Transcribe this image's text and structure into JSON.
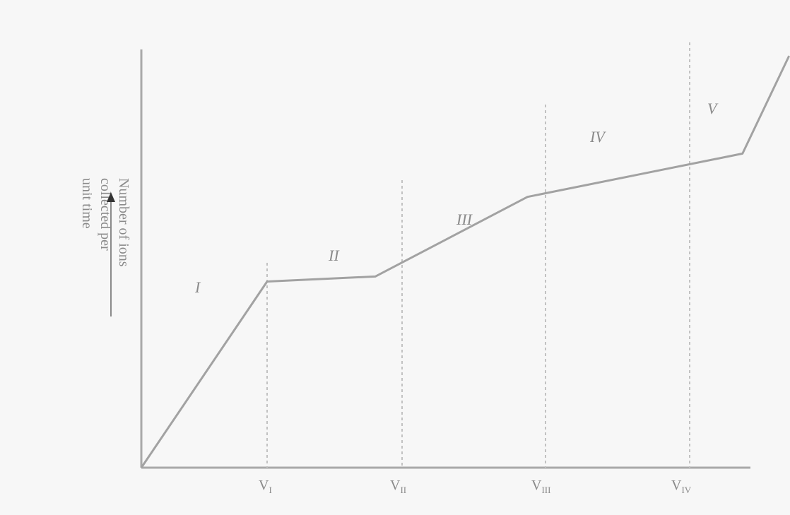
{
  "ylabel": {
    "lines": [
      "Number of ions",
      "collected per",
      "unit time"
    ]
  },
  "regions": [
    {
      "id": "I",
      "label": "I"
    },
    {
      "id": "II",
      "label": "II"
    },
    {
      "id": "III",
      "label": "III"
    },
    {
      "id": "IV",
      "label": "IV"
    },
    {
      "id": "V",
      "label": "V"
    }
  ],
  "thresholds": [
    {
      "base": "V",
      "sub": "I"
    },
    {
      "base": "V",
      "sub": "II"
    },
    {
      "base": "V",
      "sub": "III"
    },
    {
      "base": "V",
      "sub": "IV"
    }
  ],
  "curve_points": [
    [
      0,
      0
    ],
    [
      1,
      0.998
    ],
    [
      1.86,
      1.025
    ],
    [
      3.07,
      1.452
    ],
    [
      4.78,
      1.684
    ],
    [
      5.15,
      2.208
    ]
  ],
  "colors": {
    "curve": "#a2a2a2",
    "axis": "#a9a9a9",
    "dashed": "#c2c2c2",
    "text": "#8a8a8a"
  }
}
